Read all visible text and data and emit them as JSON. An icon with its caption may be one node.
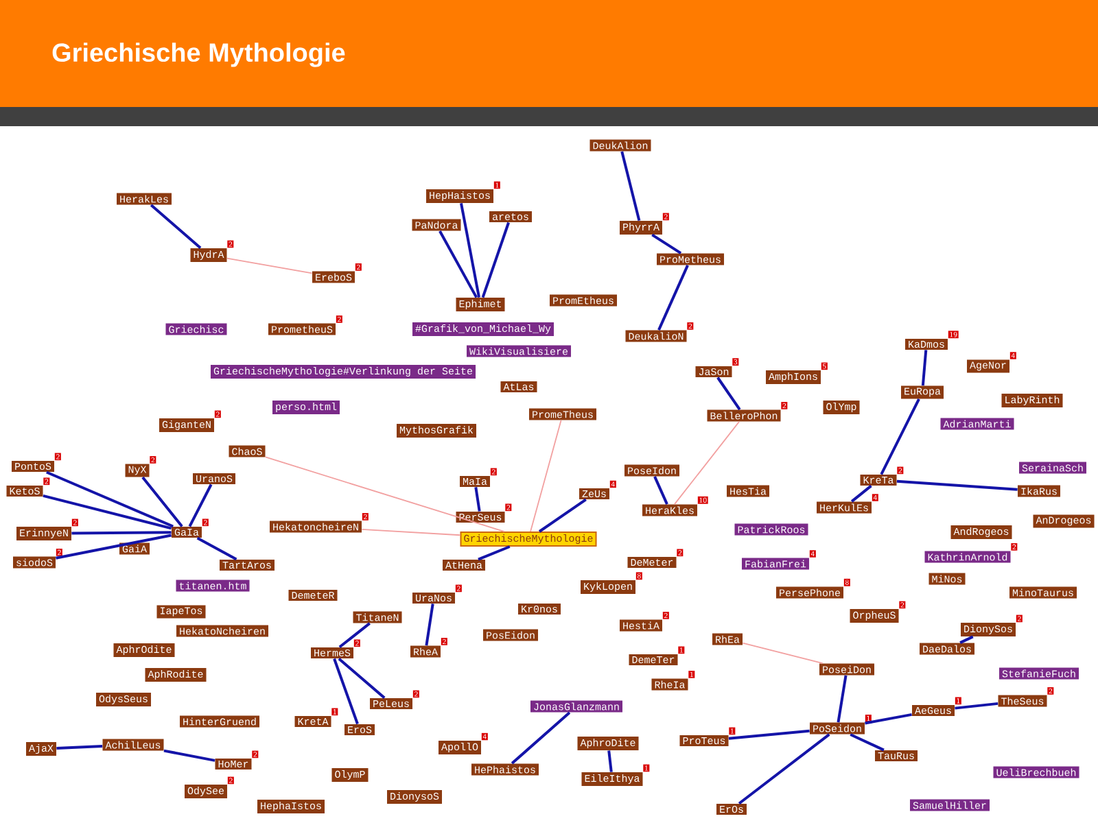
{
  "diagram": {
    "title": "Griechische Mythologie",
    "nodes": [
      {
        "text": [
          "HerakLes"
        ]
      },
      {
        "text": [
          "HydrA"
        ],
        "beside": [
          "2"
        ]
      },
      {
        "text": [
          "HepHaistos"
        ],
        "beside": [
          "1"
        ]
      },
      {
        "text": [
          "aretos"
        ]
      },
      {
        "text": [
          "PaNdora"
        ]
      },
      {
        "text": [
          "EreboS"
        ],
        "beside": [
          "2"
        ]
      },
      {
        "text": [
          "Ephimet"
        ]
      },
      {
        "text": [
          "PromEtheus"
        ]
      },
      {
        "text": [
          "DeukAlion"
        ]
      },
      {
        "text": [
          "PhyrrA"
        ],
        "beside": [
          "2"
        ]
      },
      {
        "text": [
          "ProMetheus"
        ]
      },
      {
        "text": [
          "PrometheuS"
        ],
        "beside": [
          "2"
        ]
      },
      {
        "text": [
          "Griechisc"
        ]
      },
      {
        "text": [
          "#Grafik_von_Michael_Wy"
        ]
      },
      {
        "text": [
          "DeukalioN"
        ],
        "beside": [
          "2"
        ]
      },
      {
        "text": [
          "WikiVisualisiere"
        ]
      },
      {
        "text": [
          "GriechischeMythologie#Verlinkung der Seite"
        ]
      },
      {
        "text": [
          "AtLas"
        ]
      },
      {
        "text": [
          "perso.html"
        ]
      },
      {
        "text": [
          "MythosGrafik"
        ]
      },
      {
        "text": [
          "PromeTheus"
        ]
      },
      {
        "text": [
          "JaSon"
        ],
        "beside": [
          "3"
        ]
      },
      {
        "text": [
          "AmphIons"
        ],
        "beside": [
          "5"
        ]
      },
      {
        "text": [
          "BelleroPhon"
        ],
        "beside": [
          "2"
        ]
      },
      {
        "text": [
          "OlYmp"
        ]
      },
      {
        "text": [
          "KaDmos"
        ],
        "beside": [
          "19"
        ]
      },
      {
        "text": [
          "AgeNor"
        ],
        "beside": [
          "4"
        ]
      },
      {
        "text": [
          "EuRopa"
        ]
      },
      {
        "text": [
          "LabyRinth"
        ]
      },
      {
        "text": [
          "AdrianMarti"
        ]
      },
      {
        "text": [
          "GiganteN"
        ],
        "beside": [
          "2"
        ]
      },
      {
        "text": [
          "ChaoS"
        ]
      },
      {
        "text": [
          "NyX"
        ],
        "beside": [
          "2"
        ]
      },
      {
        "text": [
          "UranoS"
        ]
      },
      {
        "text": [
          "PontoS"
        ],
        "beside": [
          "2"
        ]
      },
      {
        "text": [
          "KetoS"
        ],
        "beside": [
          "2"
        ]
      },
      {
        "text": [
          "ErinnyeN"
        ],
        "beside": [
          "2"
        ]
      },
      {
        "text": [
          "GaIa"
        ],
        "beside": [
          "2"
        ]
      },
      {
        "text": [
          "GaiA"
        ]
      },
      {
        "text": [
          "siodoS"
        ],
        "beside": [
          "2"
        ]
      },
      {
        "text": [
          "HekatoncheireN"
        ],
        "beside": [
          "2"
        ]
      },
      {
        "text": [
          "TartAros"
        ]
      },
      {
        "text": [
          "MaIa"
        ],
        "beside": [
          "2"
        ]
      },
      {
        "text": [
          "PerSeus"
        ],
        "beside": [
          "2"
        ]
      },
      {
        "text": [
          "GriechischeMythologie"
        ]
      },
      {
        "text": [
          "AtHena"
        ]
      },
      {
        "text": [
          "ZeUs"
        ],
        "beside": [
          "4"
        ]
      },
      {
        "text": [
          "PoseIdon"
        ]
      },
      {
        "text": [
          "HesTia"
        ]
      },
      {
        "text": [
          "HeraKles"
        ],
        "beside": [
          "10"
        ]
      },
      {
        "text": [
          "DeMeter"
        ],
        "beside": [
          "2"
        ]
      },
      {
        "text": [
          "PatrickRoos"
        ]
      },
      {
        "text": [
          "FabianFrei"
        ],
        "beside": [
          "4"
        ]
      },
      {
        "text": [
          "KreTa"
        ],
        "beside": [
          "2"
        ]
      },
      {
        "text": [
          "HerKulEs"
        ],
        "beside": [
          "4"
        ]
      },
      {
        "text": [
          "SerainaSch"
        ]
      },
      {
        "text": [
          "IkaRus"
        ]
      },
      {
        "text": [
          "AnDrogeos"
        ]
      },
      {
        "text": [
          "AndRogeos"
        ]
      },
      {
        "text": [
          "KathrinArnold"
        ],
        "beside": [
          "2"
        ]
      },
      {
        "text": [
          "titanen.htm"
        ]
      },
      {
        "text": [
          "DemeteR"
        ]
      },
      {
        "text": [
          "IapeTos"
        ]
      },
      {
        "text": [
          "TitaneN"
        ]
      },
      {
        "text": [
          "HekatoNcheiren"
        ]
      },
      {
        "text": [
          "UraNos"
        ],
        "beside": [
          "2"
        ]
      },
      {
        "text": [
          "Kr0nos"
        ]
      },
      {
        "text": [
          "AphrOdite"
        ]
      },
      {
        "text": [
          "HermeS"
        ],
        "beside": [
          "2"
        ]
      },
      {
        "text": [
          "RheA"
        ],
        "beside": [
          "2"
        ]
      },
      {
        "text": [
          "PosEidon"
        ]
      },
      {
        "text": [
          "AphRodite"
        ]
      },
      {
        "text": [
          "OdysSeus"
        ]
      },
      {
        "text": [
          "HinterGruend"
        ]
      },
      {
        "text": [
          "KretA"
        ],
        "beside": [
          "1"
        ]
      },
      {
        "text": [
          "PeLeus"
        ],
        "beside": [
          "2"
        ]
      },
      {
        "text": [
          "EroS"
        ]
      },
      {
        "text": [
          "AjaX"
        ]
      },
      {
        "text": [
          "AchilLeus"
        ]
      },
      {
        "text": [
          "HoMer"
        ],
        "beside": [
          "2"
        ]
      },
      {
        "text": [
          "OdySee"
        ],
        "beside": [
          "2"
        ]
      },
      {
        "text": [
          "HephaIstos"
        ]
      },
      {
        "text": [
          "OlymP"
        ]
      },
      {
        "text": [
          "DionysoS"
        ]
      },
      {
        "text": [
          "HePhaistos"
        ]
      },
      {
        "text": [
          "ApollO"
        ],
        "beside": [
          "4"
        ]
      },
      {
        "text": [
          "JonasGlanzmann"
        ]
      },
      {
        "text": [
          "KykLopen"
        ],
        "beside": [
          "8"
        ]
      },
      {
        "text": [
          "HestiA"
        ],
        "beside": [
          "2"
        ]
      },
      {
        "text": [
          "DemeTer"
        ],
        "beside": [
          "1"
        ]
      },
      {
        "text": [
          "RheIa"
        ],
        "beside": [
          "1"
        ]
      },
      {
        "text": [
          "RhEa"
        ]
      },
      {
        "text": [
          "PersePhone"
        ],
        "beside": [
          "8"
        ]
      },
      {
        "text": [
          "OrpheuS"
        ],
        "beside": [
          "2"
        ]
      },
      {
        "text": [
          "MinoTaurus"
        ]
      },
      {
        "text": [
          "DionySos"
        ],
        "beside": [
          "2"
        ]
      },
      {
        "text": [
          "DaeDalos"
        ]
      },
      {
        "text": [
          "PoseiDon"
        ]
      },
      {
        "text": [
          "StefanieFuch"
        ]
      },
      {
        "text": [
          "TheSeus"
        ],
        "beside": [
          "2"
        ]
      },
      {
        "text": [
          "AeGeus"
        ],
        "beside": [
          "1"
        ]
      },
      {
        "text": [
          "PoSeidon"
        ],
        "beside": [
          "1"
        ]
      },
      {
        "text": [
          "ProTeus"
        ],
        "beside": [
          "1"
        ]
      },
      {
        "text": [
          "AphroDite"
        ]
      },
      {
        "text": [
          "EileIthya"
        ],
        "beside": [
          "1"
        ]
      },
      {
        "text": [
          "TauRus"
        ]
      },
      {
        "text": [
          "UeliBrechbueh"
        ]
      },
      {
        "text": [
          "ErOs"
        ]
      },
      {
        "text": [
          "SamuelHiller"
        ]
      },
      {
        "text": [
          "MiNos"
        ]
      }
    ],
    "edges": [
      {
        "from": 0,
        "to": 1,
        "arrow": "none"
      },
      {
        "from": 2,
        "to": 6,
        "arrow": "none"
      },
      {
        "from": 3,
        "to": 6,
        "arrow": "none"
      },
      {
        "from": 4,
        "to": 6,
        "arrow": "none"
      },
      {
        "from": 8,
        "to": 9,
        "arrow": "none"
      },
      {
        "from": 9,
        "to": 10,
        "arrow": "none"
      },
      {
        "from": 10,
        "to": 14,
        "arrow": "none"
      },
      {
        "from": 37,
        "to": 34,
        "arrow": "none"
      },
      {
        "from": 37,
        "to": 35,
        "arrow": "none"
      },
      {
        "from": 37,
        "to": 36,
        "arrow": "none"
      },
      {
        "from": 37,
        "to": 39,
        "arrow": "none"
      },
      {
        "from": 37,
        "to": 32,
        "arrow": "none"
      },
      {
        "from": 37,
        "to": 33,
        "arrow": "none"
      },
      {
        "from": 37,
        "to": 41,
        "arrow": "none"
      },
      {
        "from": 44,
        "to": 46,
        "arrow": "none"
      },
      {
        "from": 43,
        "to": 42,
        "arrow": "none"
      },
      {
        "from": 44,
        "to": 45,
        "arrow": "none"
      },
      {
        "from": 47,
        "to": 49,
        "arrow": "none"
      },
      {
        "from": 53,
        "to": 54,
        "arrow": "none"
      },
      {
        "from": 53,
        "to": 27,
        "arrow": "none"
      },
      {
        "from": 27,
        "to": 25,
        "arrow": "none"
      },
      {
        "from": 23,
        "to": 21,
        "arrow": "none"
      },
      {
        "from": 53,
        "to": 56,
        "arrow": "none"
      },
      {
        "from": 1,
        "to": 5,
        "arrow": "none",
        "color": "#f2a0a0"
      },
      {
        "from": 44,
        "to": 31,
        "arrow": "none",
        "color": "#f2a0a0"
      },
      {
        "from": 44,
        "to": 40,
        "arrow": "none",
        "color": "#f2a0a0"
      },
      {
        "from": 44,
        "to": 20,
        "arrow": "none",
        "color": "#f2a0a0"
      },
      {
        "from": 49,
        "to": 23,
        "arrow": "none",
        "color": "#f2a0a0"
      },
      {
        "from": 68,
        "to": 75,
        "arrow": "none"
      },
      {
        "from": 68,
        "to": 76,
        "arrow": "none"
      },
      {
        "from": 68,
        "to": 63,
        "arrow": "none"
      },
      {
        "from": 69,
        "to": 65,
        "arrow": "none"
      },
      {
        "from": 78,
        "to": 79,
        "arrow": "none"
      },
      {
        "from": 101,
        "to": 97,
        "arrow": "none"
      },
      {
        "from": 101,
        "to": 100,
        "arrow": "none"
      },
      {
        "from": 101,
        "to": 107,
        "arrow": "none"
      },
      {
        "from": 101,
        "to": 102,
        "arrow": "none"
      },
      {
        "from": 101,
        "to": 105,
        "arrow": "none"
      },
      {
        "from": 99,
        "to": 100,
        "arrow": "none"
      },
      {
        "from": 96,
        "to": 95,
        "arrow": "none"
      },
      {
        "from": 86,
        "to": 84,
        "arrow": "none"
      },
      {
        "from": 104,
        "to": 103,
        "arrow": "none"
      },
      {
        "from": 77,
        "to": 78,
        "arrow": "none"
      },
      {
        "from": 91,
        "to": 97,
        "arrow": "none",
        "color": "#f2a0a0"
      }
    ]
  }
}
